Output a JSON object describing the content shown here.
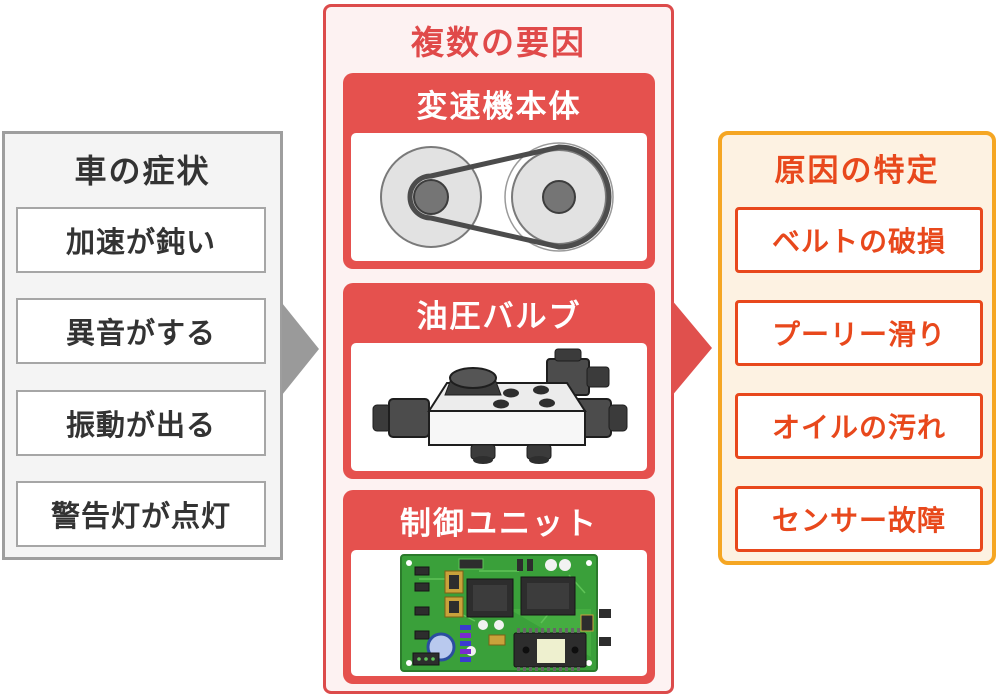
{
  "palette": {
    "symptoms_border": "#9e9e9e",
    "symptoms_bg": "#f4f4f4",
    "symptoms_text": "#333333",
    "factors_panel_border": "#dc4b4b",
    "factors_panel_bg": "#fdf2f2",
    "factors_title_text": "#e04a4a",
    "factor_card_red": "#e5514e",
    "causes_panel_border": "#f5a623",
    "causes_panel_bg": "#fdf2e2",
    "causes_accent": "#e8481c",
    "arrow_gray": "#9a9a9a",
    "arrow_red": "#e0504d"
  },
  "symptoms": {
    "title": "車の症状",
    "items": [
      "加速が鈍い",
      "異音がする",
      "振動が出る",
      "警告灯が点灯"
    ]
  },
  "factors": {
    "title": "複数の要因",
    "sections": [
      {
        "label": "変速機本体",
        "icon": "belt-pulley-icon"
      },
      {
        "label": "油圧バルブ",
        "icon": "hydraulic-valve-icon"
      },
      {
        "label": "制御ユニット",
        "icon": "circuit-board-icon"
      }
    ]
  },
  "causes": {
    "title": "原因の特定",
    "items": [
      "ベルトの破損",
      "プーリー滑り",
      "オイルの汚れ",
      "センサー故障"
    ]
  }
}
